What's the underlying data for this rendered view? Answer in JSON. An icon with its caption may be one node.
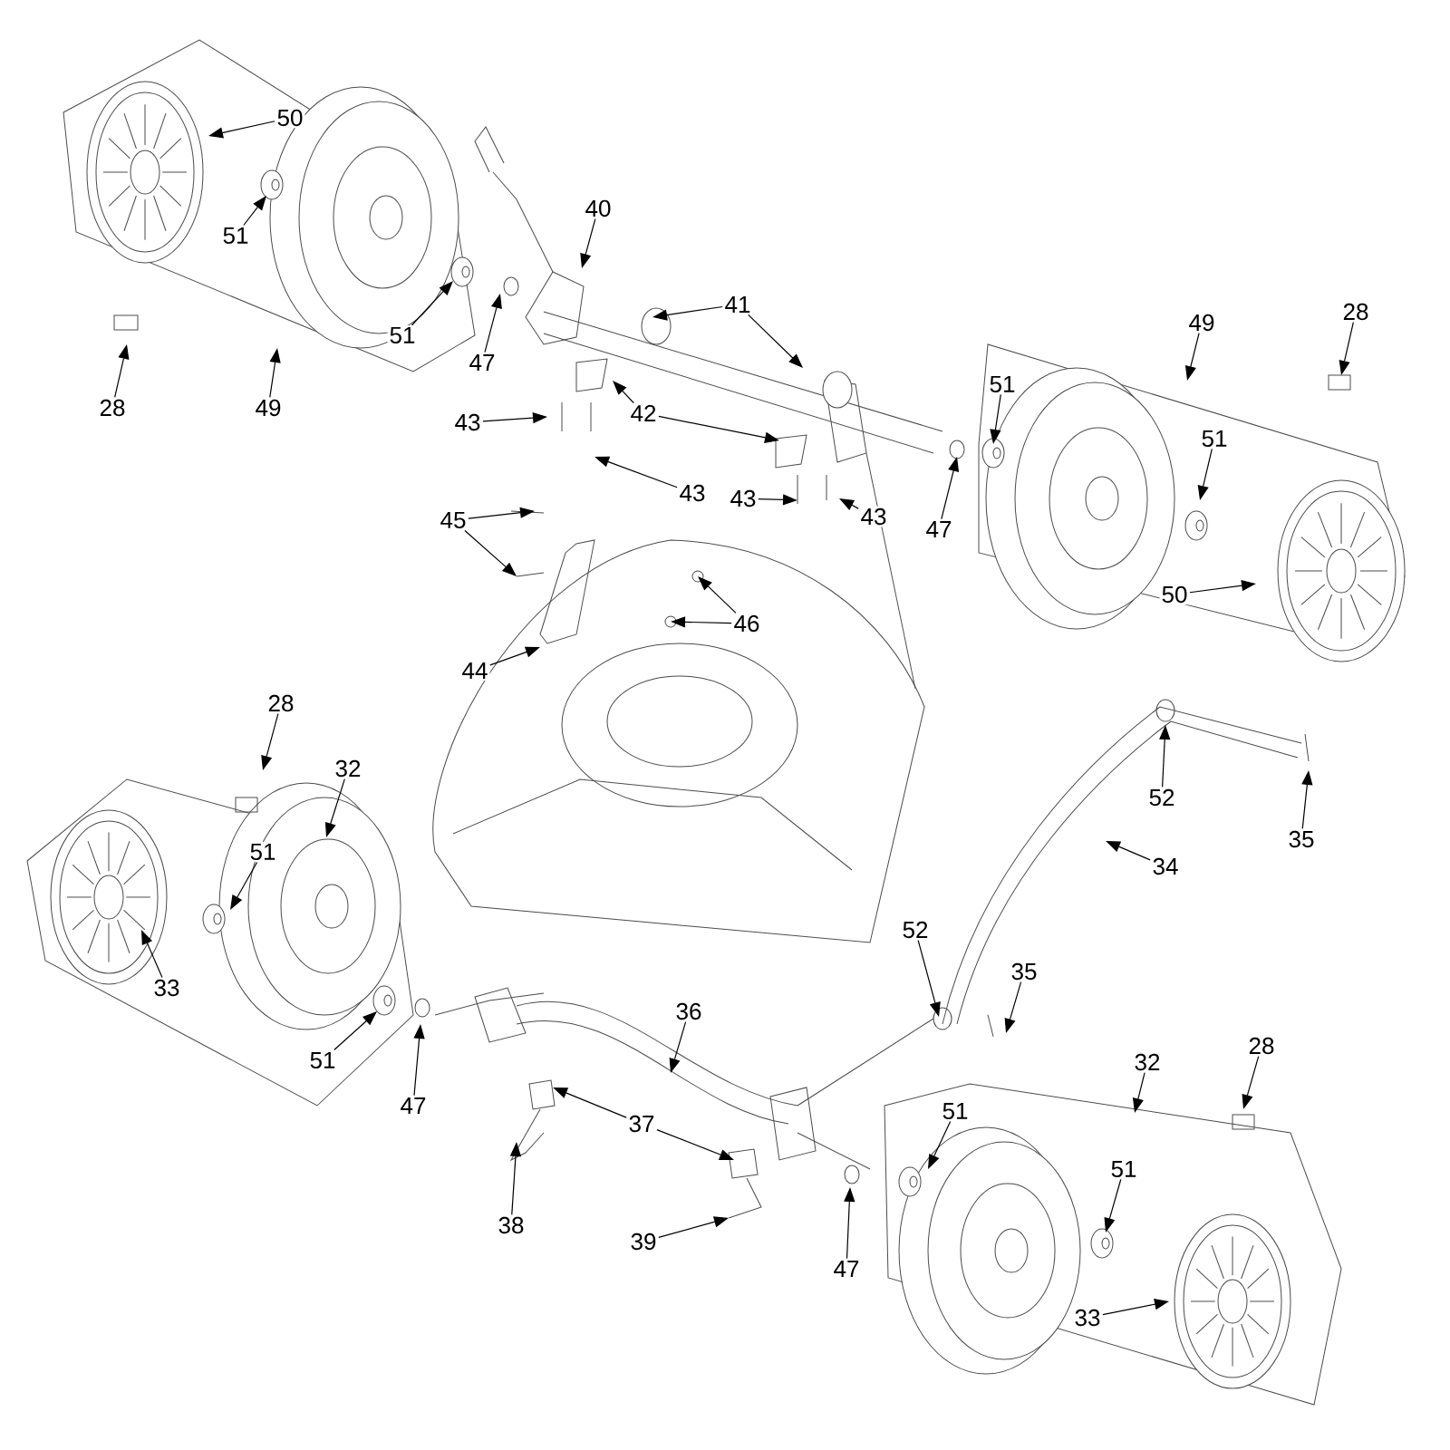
{
  "diagram": {
    "nodes": [
      {
        "text": [
          "50"
        ]
      },
      {
        "text": [
          "51"
        ]
      },
      {
        "text": [
          "28"
        ]
      },
      {
        "text": [
          "49"
        ]
      },
      {
        "text": [
          "51"
        ]
      },
      {
        "text": [
          "47"
        ]
      },
      {
        "text": [
          "40"
        ]
      },
      {
        "text": [
          "41"
        ]
      },
      {
        "text": [
          "42"
        ]
      },
      {
        "text": [
          "43"
        ]
      },
      {
        "text": [
          "43"
        ]
      },
      {
        "text": [
          "43"
        ]
      },
      {
        "text": [
          "43"
        ]
      },
      {
        "text": [
          "47"
        ]
      },
      {
        "text": [
          "49"
        ]
      },
      {
        "text": [
          "28"
        ]
      },
      {
        "text": [
          "51"
        ]
      },
      {
        "text": [
          "51"
        ]
      },
      {
        "text": [
          "50"
        ]
      },
      {
        "text": [
          "45"
        ]
      },
      {
        "text": [
          "46"
        ]
      },
      {
        "text": [
          "44"
        ]
      },
      {
        "text": [
          "52"
        ]
      },
      {
        "text": [
          "35"
        ]
      },
      {
        "text": [
          "34"
        ]
      },
      {
        "text": [
          "28"
        ]
      },
      {
        "text": [
          "32"
        ]
      },
      {
        "text": [
          "51"
        ]
      },
      {
        "text": [
          "33"
        ]
      },
      {
        "text": [
          "51"
        ]
      },
      {
        "text": [
          "47"
        ]
      },
      {
        "text": [
          "36"
        ]
      },
      {
        "text": [
          "37"
        ]
      },
      {
        "text": [
          "38"
        ]
      },
      {
        "text": [
          "39"
        ]
      },
      {
        "text": [
          "52"
        ]
      },
      {
        "text": [
          "35"
        ]
      },
      {
        "text": [
          "47"
        ]
      },
      {
        "text": [
          "51"
        ]
      },
      {
        "text": [
          "32"
        ]
      },
      {
        "text": [
          "28"
        ]
      },
      {
        "text": [
          "51"
        ]
      },
      {
        "text": [
          "33"
        ]
      }
    ],
    "edges": [
      {
        "from": 0,
        "to": null,
        "arrow": "to"
      },
      {
        "from": 1,
        "to": null,
        "arrow": "to"
      },
      {
        "from": 2,
        "to": null,
        "arrow": "to"
      },
      {
        "from": 3,
        "to": null,
        "arrow": "to"
      },
      {
        "from": 4,
        "to": null,
        "arrow": "to"
      },
      {
        "from": 5,
        "to": null,
        "arrow": "to"
      },
      {
        "from": 6,
        "to": null,
        "arrow": "to"
      },
      {
        "from": 7,
        "to": null,
        "arrow": "to"
      },
      {
        "from": 7,
        "to": null,
        "arrow": "to"
      },
      {
        "from": 8,
        "to": null,
        "arrow": "to"
      },
      {
        "from": 8,
        "to": null,
        "arrow": "to"
      },
      {
        "from": 9,
        "to": null,
        "arrow": "to"
      },
      {
        "from": 10,
        "to": null,
        "arrow": "to"
      },
      {
        "from": 11,
        "to": null,
        "arrow": "to"
      },
      {
        "from": 12,
        "to": null,
        "arrow": "to"
      },
      {
        "from": 13,
        "to": null,
        "arrow": "to"
      },
      {
        "from": 14,
        "to": null,
        "arrow": "to"
      },
      {
        "from": 15,
        "to": null,
        "arrow": "to"
      },
      {
        "from": 16,
        "to": null,
        "arrow": "to"
      },
      {
        "from": 17,
        "to": null,
        "arrow": "to"
      },
      {
        "from": 18,
        "to": null,
        "arrow": "to"
      },
      {
        "from": 19,
        "to": null,
        "arrow": "to"
      },
      {
        "from": 19,
        "to": null,
        "arrow": "to"
      },
      {
        "from": 20,
        "to": null,
        "arrow": "to"
      },
      {
        "from": 20,
        "to": null,
        "arrow": "to"
      },
      {
        "from": 21,
        "to": null,
        "arrow": "to"
      },
      {
        "from": 22,
        "to": null,
        "arrow": "to"
      },
      {
        "from": 23,
        "to": null,
        "arrow": "to"
      },
      {
        "from": 24,
        "to": null,
        "arrow": "to"
      },
      {
        "from": 25,
        "to": null,
        "arrow": "to"
      },
      {
        "from": 26,
        "to": null,
        "arrow": "to"
      },
      {
        "from": 27,
        "to": null,
        "arrow": "to"
      },
      {
        "from": 28,
        "to": null,
        "arrow": "to"
      },
      {
        "from": 29,
        "to": null,
        "arrow": "to"
      },
      {
        "from": 30,
        "to": null,
        "arrow": "to"
      },
      {
        "from": 31,
        "to": null,
        "arrow": "to"
      },
      {
        "from": 32,
        "to": null,
        "arrow": "to"
      },
      {
        "from": 32,
        "to": null,
        "arrow": "to"
      },
      {
        "from": 33,
        "to": null,
        "arrow": "to"
      },
      {
        "from": 34,
        "to": null,
        "arrow": "to"
      },
      {
        "from": 35,
        "to": null,
        "arrow": "to"
      },
      {
        "from": 36,
        "to": null,
        "arrow": "to"
      },
      {
        "from": 37,
        "to": null,
        "arrow": "to"
      },
      {
        "from": 38,
        "to": null,
        "arrow": "to"
      },
      {
        "from": 39,
        "to": null,
        "arrow": "to"
      },
      {
        "from": 40,
        "to": null,
        "arrow": "to"
      },
      {
        "from": 41,
        "to": null,
        "arrow": "to"
      },
      {
        "from": 42,
        "to": null,
        "arrow": "to"
      }
    ]
  }
}
